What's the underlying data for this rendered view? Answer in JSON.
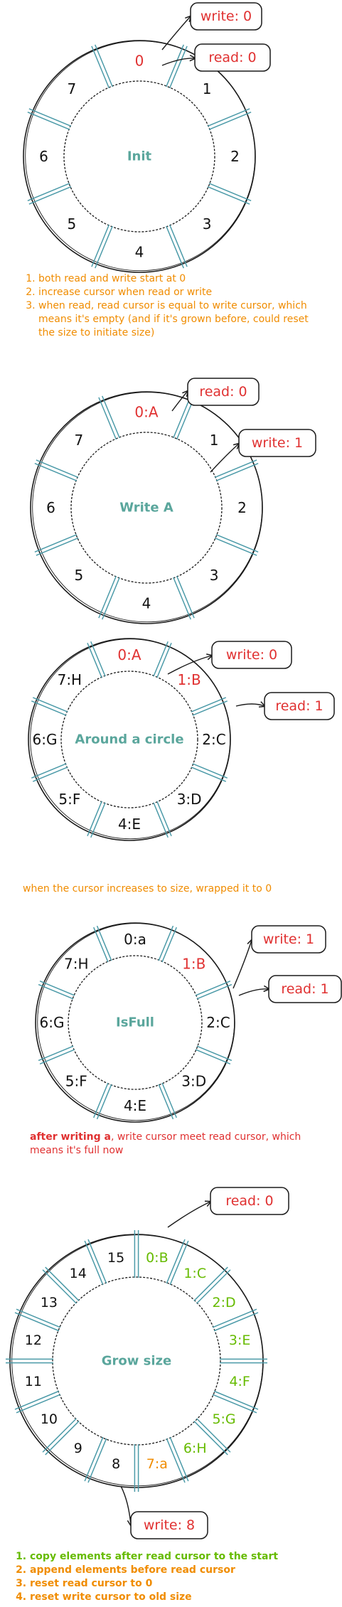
{
  "colors": {
    "ring": "#1a1a1a",
    "divider": "#4b9aa8",
    "title": "#5aa69c",
    "red": "#e03131",
    "orange": "#f08c00",
    "green": "#66bb00",
    "black": "#111111"
  },
  "diagrams": [
    {
      "title": "Init",
      "slots": [
        {
          "label": "0",
          "color": "red"
        },
        {
          "label": "1",
          "color": "black"
        },
        {
          "label": "2",
          "color": "black"
        },
        {
          "label": "3",
          "color": "black"
        },
        {
          "label": "4",
          "color": "black"
        },
        {
          "label": "5",
          "color": "black"
        },
        {
          "label": "6",
          "color": "black"
        },
        {
          "label": "7",
          "color": "black"
        }
      ],
      "callouts": [
        {
          "text": "write: 0",
          "color": "red"
        },
        {
          "text": "read: 0",
          "color": "red"
        }
      ],
      "notes": {
        "color": "orange",
        "bold": false,
        "items": [
          {
            "text": "both read and write start at 0"
          },
          {
            "text": "increase cursor when read or write"
          },
          {
            "text": "when read, read cursor is equal to write cursor, which means it's empty (and if it's grown before, could reset the size to initiate size)"
          }
        ]
      }
    },
    {
      "title": "Write A",
      "slots": [
        {
          "label": "0:A",
          "color": "red"
        },
        {
          "label": "1",
          "color": "black"
        },
        {
          "label": "2",
          "color": "black"
        },
        {
          "label": "3",
          "color": "black"
        },
        {
          "label": "4",
          "color": "black"
        },
        {
          "label": "5",
          "color": "black"
        },
        {
          "label": "6",
          "color": "black"
        },
        {
          "label": "7",
          "color": "black"
        }
      ],
      "callouts": [
        {
          "text": "read: 0",
          "color": "red"
        },
        {
          "text": "write: 1",
          "color": "red"
        }
      ]
    },
    {
      "title": "Around a circle",
      "slots": [
        {
          "label": "0:A",
          "color": "red"
        },
        {
          "label": "1:B",
          "color": "red"
        },
        {
          "label": "2:C",
          "color": "black"
        },
        {
          "label": "3:D",
          "color": "black"
        },
        {
          "label": "4:E",
          "color": "black"
        },
        {
          "label": "5:F",
          "color": "black"
        },
        {
          "label": "6:G",
          "color": "black"
        },
        {
          "label": "7:H",
          "color": "black"
        }
      ],
      "callouts": [
        {
          "text": "write: 0",
          "color": "red"
        },
        {
          "text": "read: 1",
          "color": "red"
        }
      ],
      "note": "when the cursor increases to size, wrapped it to 0"
    },
    {
      "title": "IsFull",
      "slots": [
        {
          "label": "0:a",
          "color": "black"
        },
        {
          "label": "1:B",
          "color": "red"
        },
        {
          "label": "2:C",
          "color": "black"
        },
        {
          "label": "3:D",
          "color": "black"
        },
        {
          "label": "4:E",
          "color": "black"
        },
        {
          "label": "5:F",
          "color": "black"
        },
        {
          "label": "6:G",
          "color": "black"
        },
        {
          "label": "7:H",
          "color": "black"
        }
      ],
      "callouts": [
        {
          "text": "write: 1",
          "color": "red"
        },
        {
          "text": "read: 1",
          "color": "red"
        }
      ],
      "note_bold": "after writing a",
      "note_rest": ", write cursor meet read cursor, which means it's full now"
    },
    {
      "title": "Grow size",
      "slots": [
        {
          "label": "0:B",
          "color": "green"
        },
        {
          "label": "1:C",
          "color": "green"
        },
        {
          "label": "2:D",
          "color": "green"
        },
        {
          "label": "3:E",
          "color": "green"
        },
        {
          "label": "4:F",
          "color": "green"
        },
        {
          "label": "5:G",
          "color": "green"
        },
        {
          "label": "6:H",
          "color": "green"
        },
        {
          "label": "7:a",
          "color": "orange"
        },
        {
          "label": "8",
          "color": "black"
        },
        {
          "label": "9",
          "color": "black"
        },
        {
          "label": "10",
          "color": "black"
        },
        {
          "label": "11",
          "color": "black"
        },
        {
          "label": "12",
          "color": "black"
        },
        {
          "label": "13",
          "color": "black"
        },
        {
          "label": "14",
          "color": "black"
        },
        {
          "label": "15",
          "color": "black"
        }
      ],
      "callouts": [
        {
          "text": "read: 0",
          "color": "red"
        },
        {
          "text": "write: 8",
          "color": "red"
        }
      ],
      "notes": {
        "bold": true,
        "items": [
          {
            "text": "copy elements after read cursor to the start",
            "color": "green"
          },
          {
            "text": "append elements before read cursor",
            "color": "orange"
          },
          {
            "text": "reset read cursor to 0",
            "color": "orange"
          },
          {
            "text": "reset write cursor to old size",
            "color": "orange"
          }
        ]
      }
    }
  ]
}
